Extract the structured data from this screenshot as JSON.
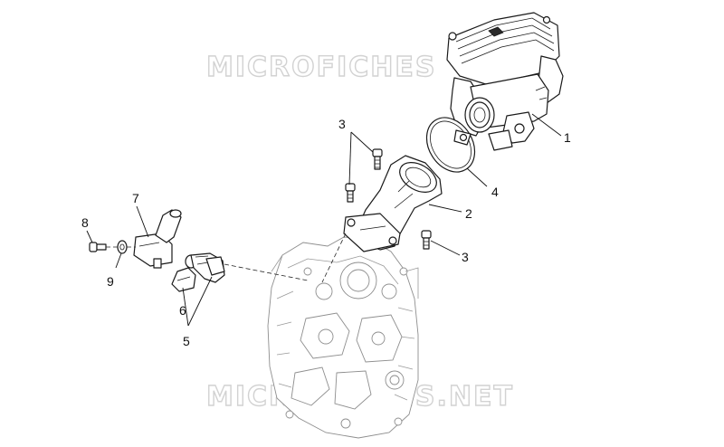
{
  "watermarks": [
    "MICROFICHES",
    "MICROFICHES.NET"
  ],
  "callouts": [
    {
      "id": "c1",
      "label": "1"
    },
    {
      "id": "c2",
      "label": "2"
    },
    {
      "id": "c3a",
      "label": "3"
    },
    {
      "id": "c3b",
      "label": "3"
    },
    {
      "id": "c4",
      "label": "4"
    },
    {
      "id": "c5",
      "label": "5"
    },
    {
      "id": "c6",
      "label": "6"
    },
    {
      "id": "c7",
      "label": "7"
    },
    {
      "id": "c8",
      "label": "8"
    },
    {
      "id": "c9",
      "label": "9"
    }
  ],
  "colors": {
    "line": "#1a1a1a",
    "faint": "#8e8e8e",
    "watermark": "#d2d2d2",
    "background": "#ffffff"
  }
}
